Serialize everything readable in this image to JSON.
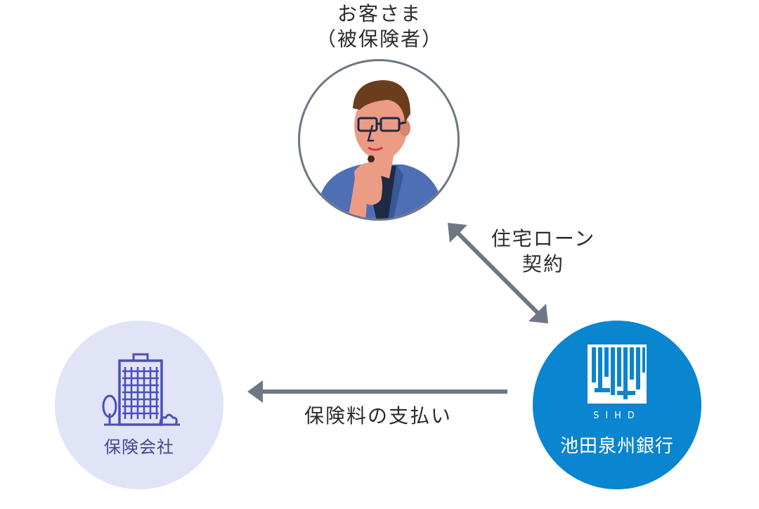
{
  "customer": {
    "title_line1": "お客さま",
    "title_line2": "（被保険者）"
  },
  "insurer": {
    "name": "保険会社"
  },
  "bank": {
    "name": "池田泉州銀行",
    "code": "SIHD"
  },
  "edges": {
    "loan_line1": "住宅ローン",
    "loan_line2": "契約",
    "payment": "保険料の支払い"
  },
  "colors": {
    "arrow": "#6e7783",
    "insurer_bg": "#e1e3f7",
    "insurer_accent": "#4b4fb8",
    "bank_bg": "#0a85cf"
  },
  "icons": {
    "customer": "man-thinking-avatar",
    "insurer": "office-building-icon",
    "bank": "bank-logo-icon"
  }
}
